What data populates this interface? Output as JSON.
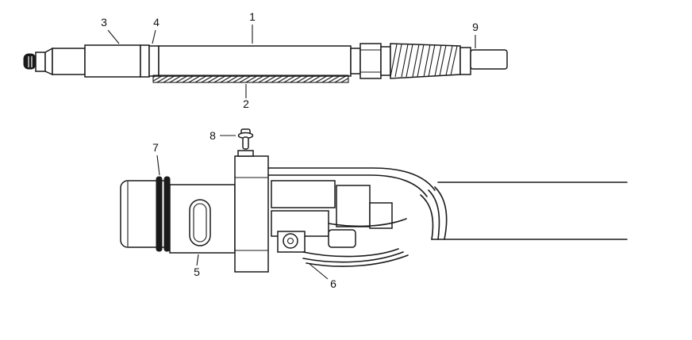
{
  "colors": {
    "line": "#1a1a1a",
    "background": "#ffffff"
  },
  "callouts": [
    "1",
    "2",
    "3",
    "4",
    "5",
    "6",
    "7",
    "8",
    "9"
  ]
}
